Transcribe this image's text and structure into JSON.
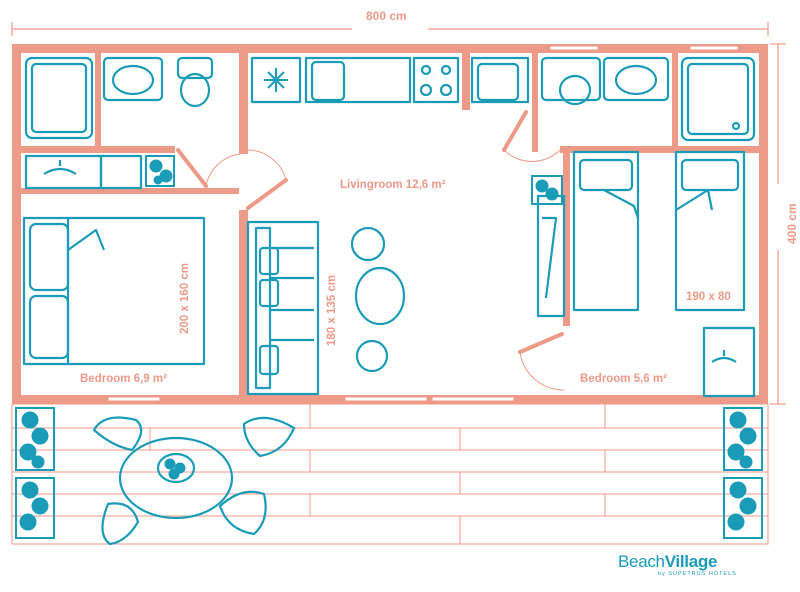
{
  "dimensions": {
    "width": "800 cm",
    "height": "400 cm"
  },
  "rooms": {
    "living": "Livingroom 12,6 m²",
    "bedroom_left": "Bedroom 6,9 m²",
    "bedroom_right": "Bedroom 5,6 m²"
  },
  "furniture": {
    "double_bed": "200 x 160 cm",
    "sofa": "180 x 135 cm",
    "single_beds": "190 x 80"
  },
  "brand": {
    "name_light": "Beach",
    "name_bold": "Village",
    "tagline": "by SUPETRUS HOTELS"
  },
  "colors": {
    "walls": "#ee9a88",
    "furniture": "#1a9cb8"
  }
}
